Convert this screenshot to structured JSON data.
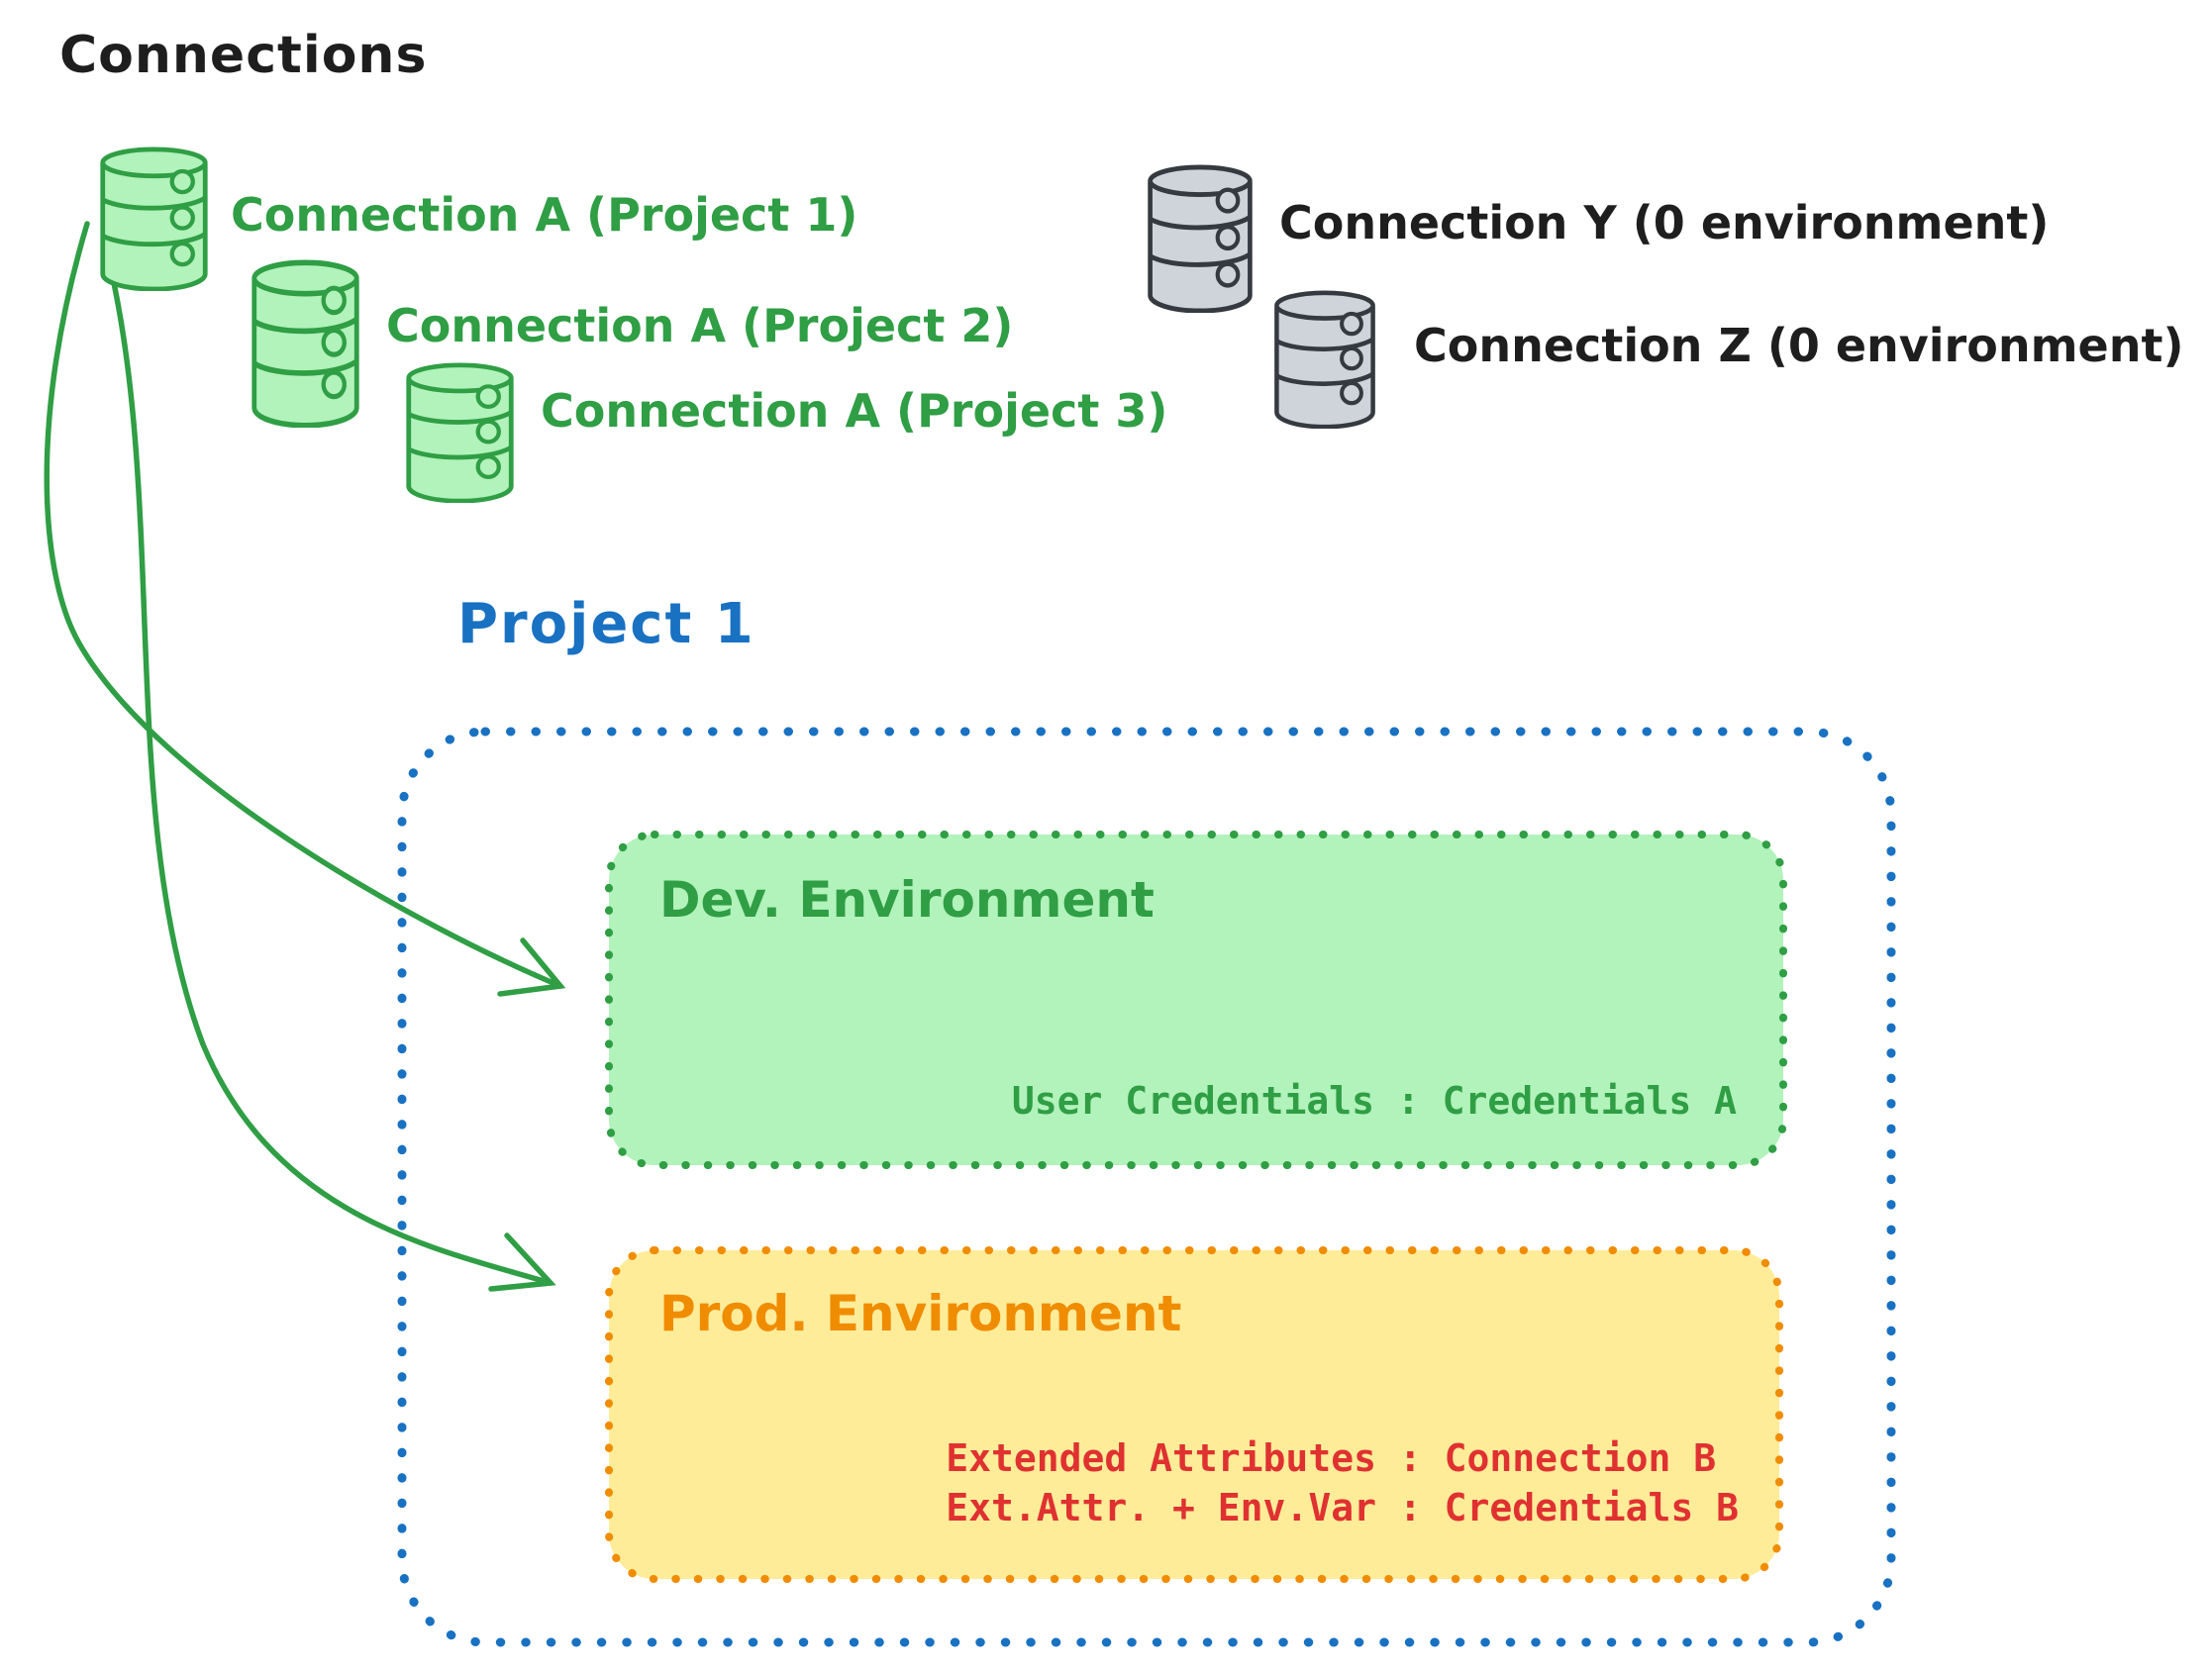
{
  "title": "Connections",
  "colors": {
    "green": "#2f9e44",
    "green_fill": "#b2f2bb",
    "gray_stroke": "#343a40",
    "gray_fill": "#ced4da",
    "blue": "#1971c2",
    "orange": "#f08c00",
    "yellow_fill": "#ffec99",
    "red": "#e03131",
    "ink": "#1e1e1e"
  },
  "green_connections": [
    {
      "label": "Connection A (Project 1)"
    },
    {
      "label": "Connection A (Project 2)"
    },
    {
      "label": "Connection A (Project 3)"
    }
  ],
  "gray_connections": [
    {
      "label": "Connection Y (0 environment)"
    },
    {
      "label": "Connection Z (0 environment)"
    }
  ],
  "project": {
    "title": "Project 1",
    "dev_environment": {
      "label": "Dev. Environment",
      "mapping": "User Credentials : Credentials A"
    },
    "prod_environment": {
      "label": "Prod. Environment",
      "mappings": [
        "Extended Attributes : Connection B",
        "Ext.Attr. + Env.Var : Credentials B"
      ]
    }
  }
}
